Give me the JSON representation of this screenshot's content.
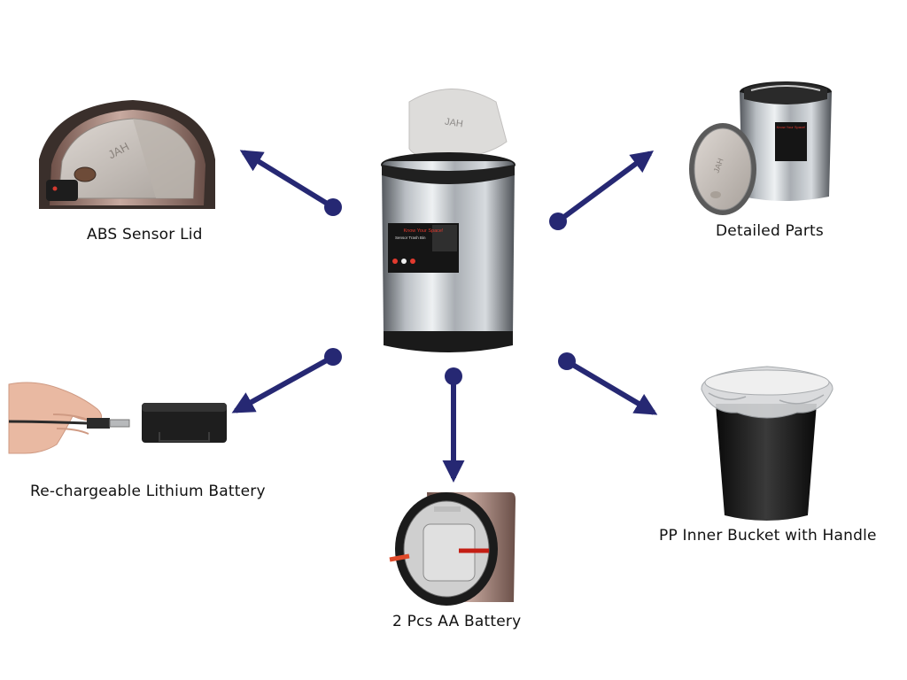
{
  "center_product": {
    "brand": "JAH",
    "sticker_headline": "Know Your Space!",
    "sticker_text": "Sensor Trash Bin"
  },
  "parts": [
    {
      "label": "ABS Sensor Lid",
      "lid_brand": "JAH"
    },
    {
      "label": "Detailed Parts"
    },
    {
      "label": "Re-chargeable Lithium Battery"
    },
    {
      "label": "2 Pcs AA Battery"
    },
    {
      "label": "PP Inner Bucket with Handle"
    }
  ],
  "colors": {
    "arrow": "#262873",
    "steel_dark": "#5e6268",
    "steel_light": "#e9ecee",
    "lid": "#c9c3bf",
    "rose_gold": "#9a7a70",
    "bucket": "#141414"
  }
}
